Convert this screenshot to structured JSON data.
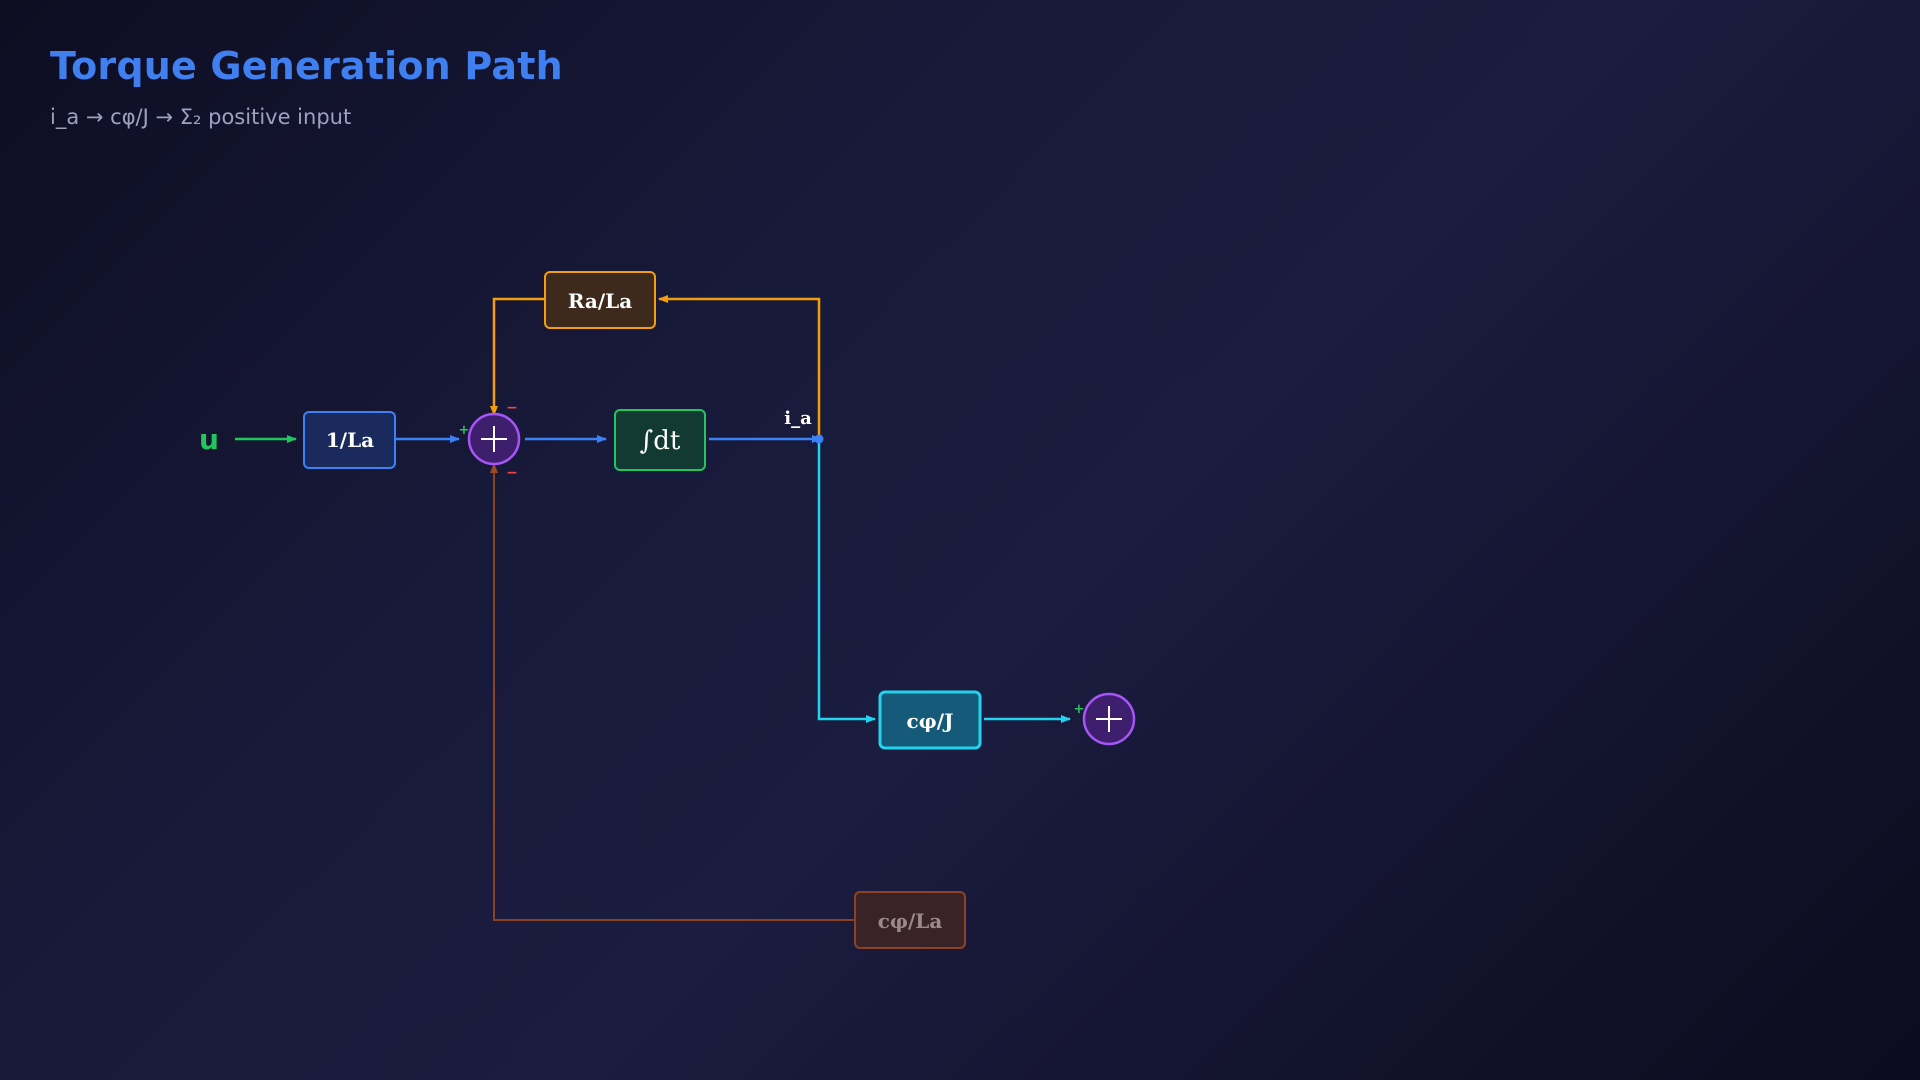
{
  "header": {
    "title": "Torque Generation Path",
    "subtitle": "i_a → cφ/J → Σ₂ positive input"
  },
  "diagram": {
    "input_label": "u",
    "signal_label": "i_a",
    "blocks": {
      "gain_inv_la": "1/La",
      "integrator": "∫dt",
      "ra_la": "Ra/La",
      "c_phi_j": "cφ/J",
      "c_phi_la": "cφ/La"
    },
    "signs": {
      "sum1_plus": "+",
      "sum1_minus_top": "−",
      "sum1_minus_bottom": "−",
      "sum2_plus": "+"
    }
  },
  "colors": {
    "input": "#22c55e",
    "forward": "#3b82f6",
    "feedback_ra": "#f59e0b",
    "torque": "#22d3ee",
    "feedback_emf": "#9a4a28",
    "summer": "#a855f7"
  }
}
